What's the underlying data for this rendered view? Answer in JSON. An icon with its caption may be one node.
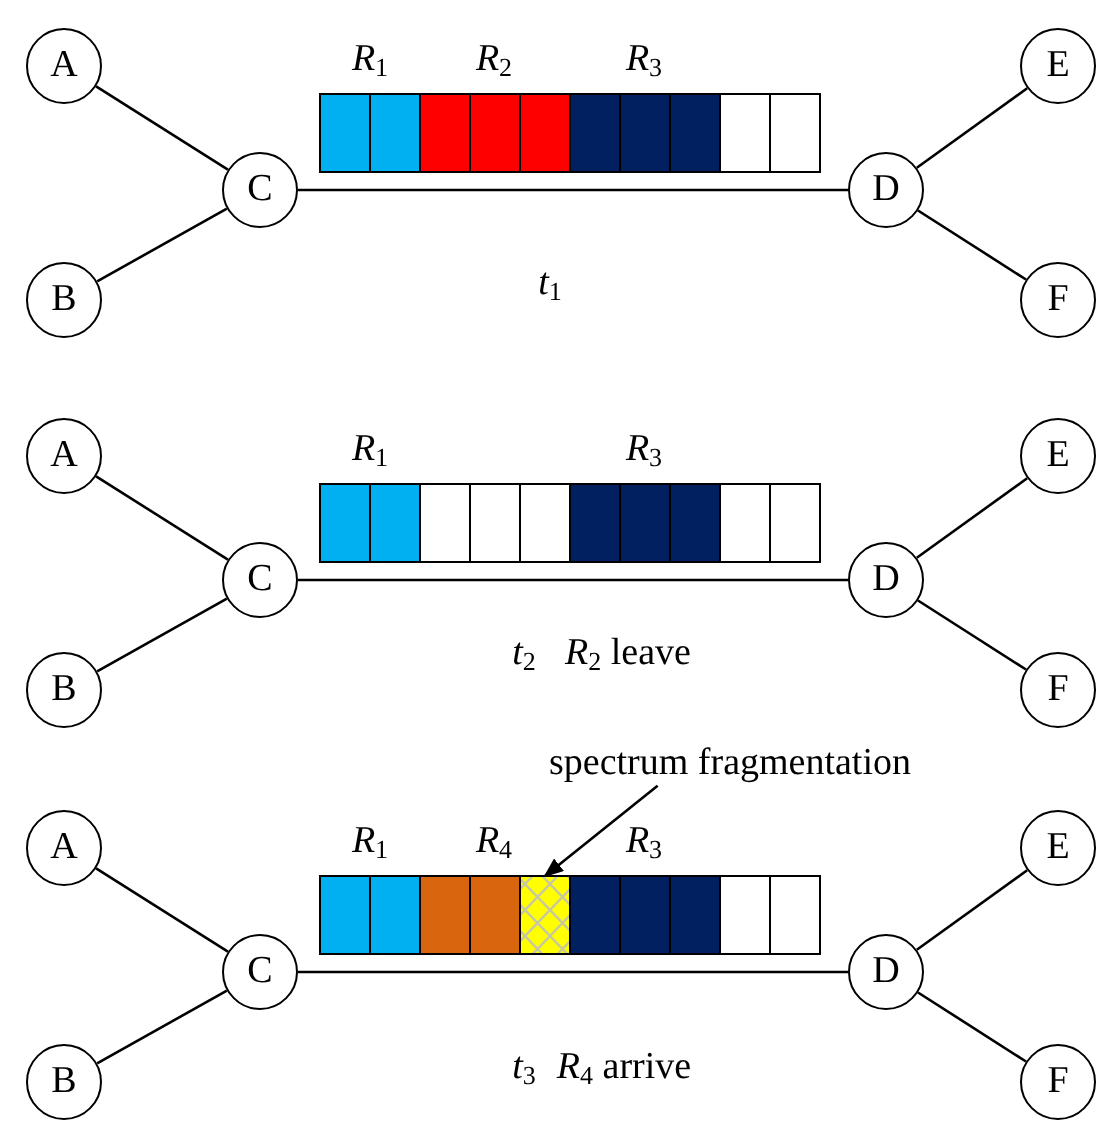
{
  "diagram": {
    "nodes": [
      {
        "text": [
          "A"
        ]
      },
      {
        "text": [
          "B"
        ]
      },
      {
        "text": [
          "C"
        ]
      },
      {
        "text": [
          "D"
        ]
      },
      {
        "text": [
          "E"
        ]
      },
      {
        "text": [
          "F"
        ]
      },
      {
        "text": [
          "A"
        ]
      },
      {
        "text": [
          "B"
        ]
      },
      {
        "text": [
          "C"
        ]
      },
      {
        "text": [
          "D"
        ]
      },
      {
        "text": [
          "E"
        ]
      },
      {
        "text": [
          "F"
        ]
      },
      {
        "text": [
          "A"
        ]
      },
      {
        "text": [
          "B"
        ]
      },
      {
        "text": [
          "C"
        ]
      },
      {
        "text": [
          "D"
        ]
      },
      {
        "text": [
          "E"
        ]
      },
      {
        "text": [
          "F"
        ]
      },
      {
        "text": [
          "spectrum fragmentation"
        ]
      },
      {
        "text": [],
        "shape": "box"
      }
    ],
    "edges": [
      {
        "from": 0,
        "to": 2,
        "arrow": "none"
      },
      {
        "from": 1,
        "to": 2,
        "arrow": "none"
      },
      {
        "from": 2,
        "to": 3,
        "arrow": "none"
      },
      {
        "from": 3,
        "to": 4,
        "arrow": "none"
      },
      {
        "from": 3,
        "to": 5,
        "arrow": "none"
      },
      {
        "from": 6,
        "to": 8,
        "arrow": "none"
      },
      {
        "from": 7,
        "to": 8,
        "arrow": "none"
      },
      {
        "from": 8,
        "to": 9,
        "arrow": "none"
      },
      {
        "from": 9,
        "to": 10,
        "arrow": "none"
      },
      {
        "from": 9,
        "to": 11,
        "arrow": "none"
      },
      {
        "from": 12,
        "to": 14,
        "arrow": "none"
      },
      {
        "from": 13,
        "to": 14,
        "arrow": "none"
      },
      {
        "from": 14,
        "to": 15,
        "arrow": "none"
      },
      {
        "from": 15,
        "to": 16,
        "arrow": "none"
      },
      {
        "from": 15,
        "to": 17,
        "arrow": "none"
      },
      {
        "from": 18,
        "to": 19,
        "arrow": "to"
      }
    ],
    "labels": [
      "*R*$_{1}$",
      "*R*$_{2}$",
      "*R*$_{3}$",
      "*t*$_{1}$",
      "*R*$_{1}$",
      "*R*$_{3}$",
      "*t*$_{2}$",
      "*R*$_{2}$ leave",
      "*R*$_{1}$",
      "*R*$_{4}$",
      "*R*$_{3}$",
      "*t*$_{3}$",
      "*R*$_{4}$ arrive"
    ]
  }
}
